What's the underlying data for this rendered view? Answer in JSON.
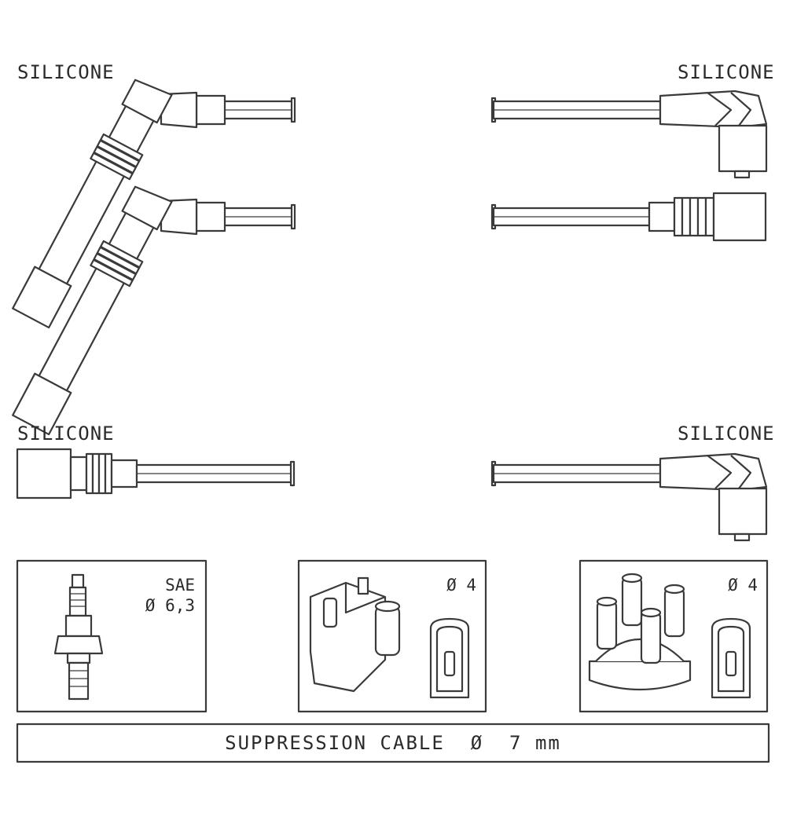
{
  "labels": {
    "top_left": "SILICONE",
    "top_right": "SILICONE",
    "bottom_left": "SILICONE",
    "bottom_right": "SILICONE"
  },
  "boxes": {
    "spark_plug": {
      "line1": "SAE",
      "line2": "Ø 6,3",
      "icon": "spark-plug-icon"
    },
    "ignition_coil": {
      "line1": "Ø 4",
      "icon": "ignition-coil-icon"
    },
    "distributor": {
      "line1": "Ø 4",
      "icon": "distributor-cap-icon"
    }
  },
  "footer": {
    "cable_spec": "SUPPRESSION CABLE  Ø  7 mm"
  },
  "colors": {
    "line": "#3a3a3a",
    "fill": "#ffffff"
  }
}
